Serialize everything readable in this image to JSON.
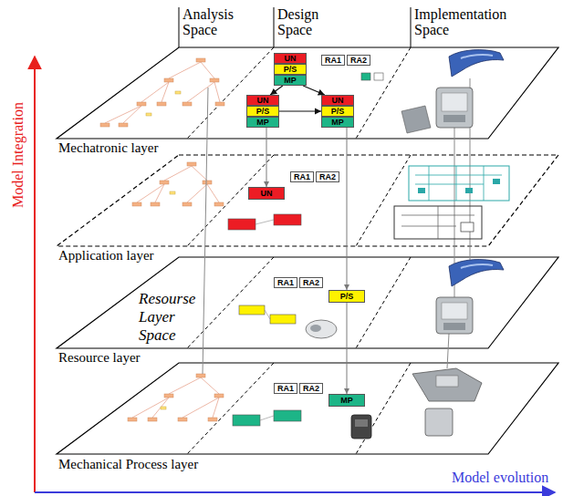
{
  "diagram": {
    "nodes": [
      {
        "text": [
          "UN"
        ]
      },
      {
        "text": [
          "P/S"
        ]
      },
      {
        "text": [
          "MP"
        ]
      },
      {
        "text": [
          "RA1"
        ]
      },
      {
        "text": [
          "RA2"
        ]
      },
      {
        "text": [
          "UN"
        ]
      },
      {
        "text": [
          "P/S"
        ]
      },
      {
        "text": [
          "MP"
        ]
      },
      {
        "text": [
          "UN"
        ]
      },
      {
        "text": [
          "P/S"
        ]
      },
      {
        "text": [
          "MP"
        ]
      },
      {
        "text": [
          "UN"
        ]
      },
      {
        "text": [
          "RA1"
        ]
      },
      {
        "text": [
          "RA2"
        ]
      },
      {
        "text": [
          "P/S"
        ]
      },
      {
        "text": [
          "RA1"
        ]
      },
      {
        "text": [
          "RA2"
        ]
      },
      {
        "text": [
          "MP"
        ]
      },
      {
        "text": [
          "RA1"
        ]
      },
      {
        "text": [
          "RA2"
        ]
      }
    ],
    "edges": [
      {
        "from": 2,
        "to": 5,
        "arrow": "to"
      },
      {
        "from": 2,
        "to": 8,
        "arrow": "to"
      },
      {
        "from": 6,
        "to": 9,
        "arrow": "to"
      },
      {
        "from": 7,
        "to": 11,
        "arrow": "to"
      },
      {
        "from": 10,
        "to": 14,
        "arrow": "to"
      },
      {
        "from": 14,
        "to": 17,
        "arrow": "to"
      }
    ],
    "labels": [
      "Analysis Space",
      "Design Space",
      "Implementation Space",
      "Mechatronic layer",
      "Application layer",
      "Resource layer",
      "Mechanical Process layer",
      "Resourse Layer Space",
      "Model Integration",
      "Model evolution"
    ]
  }
}
